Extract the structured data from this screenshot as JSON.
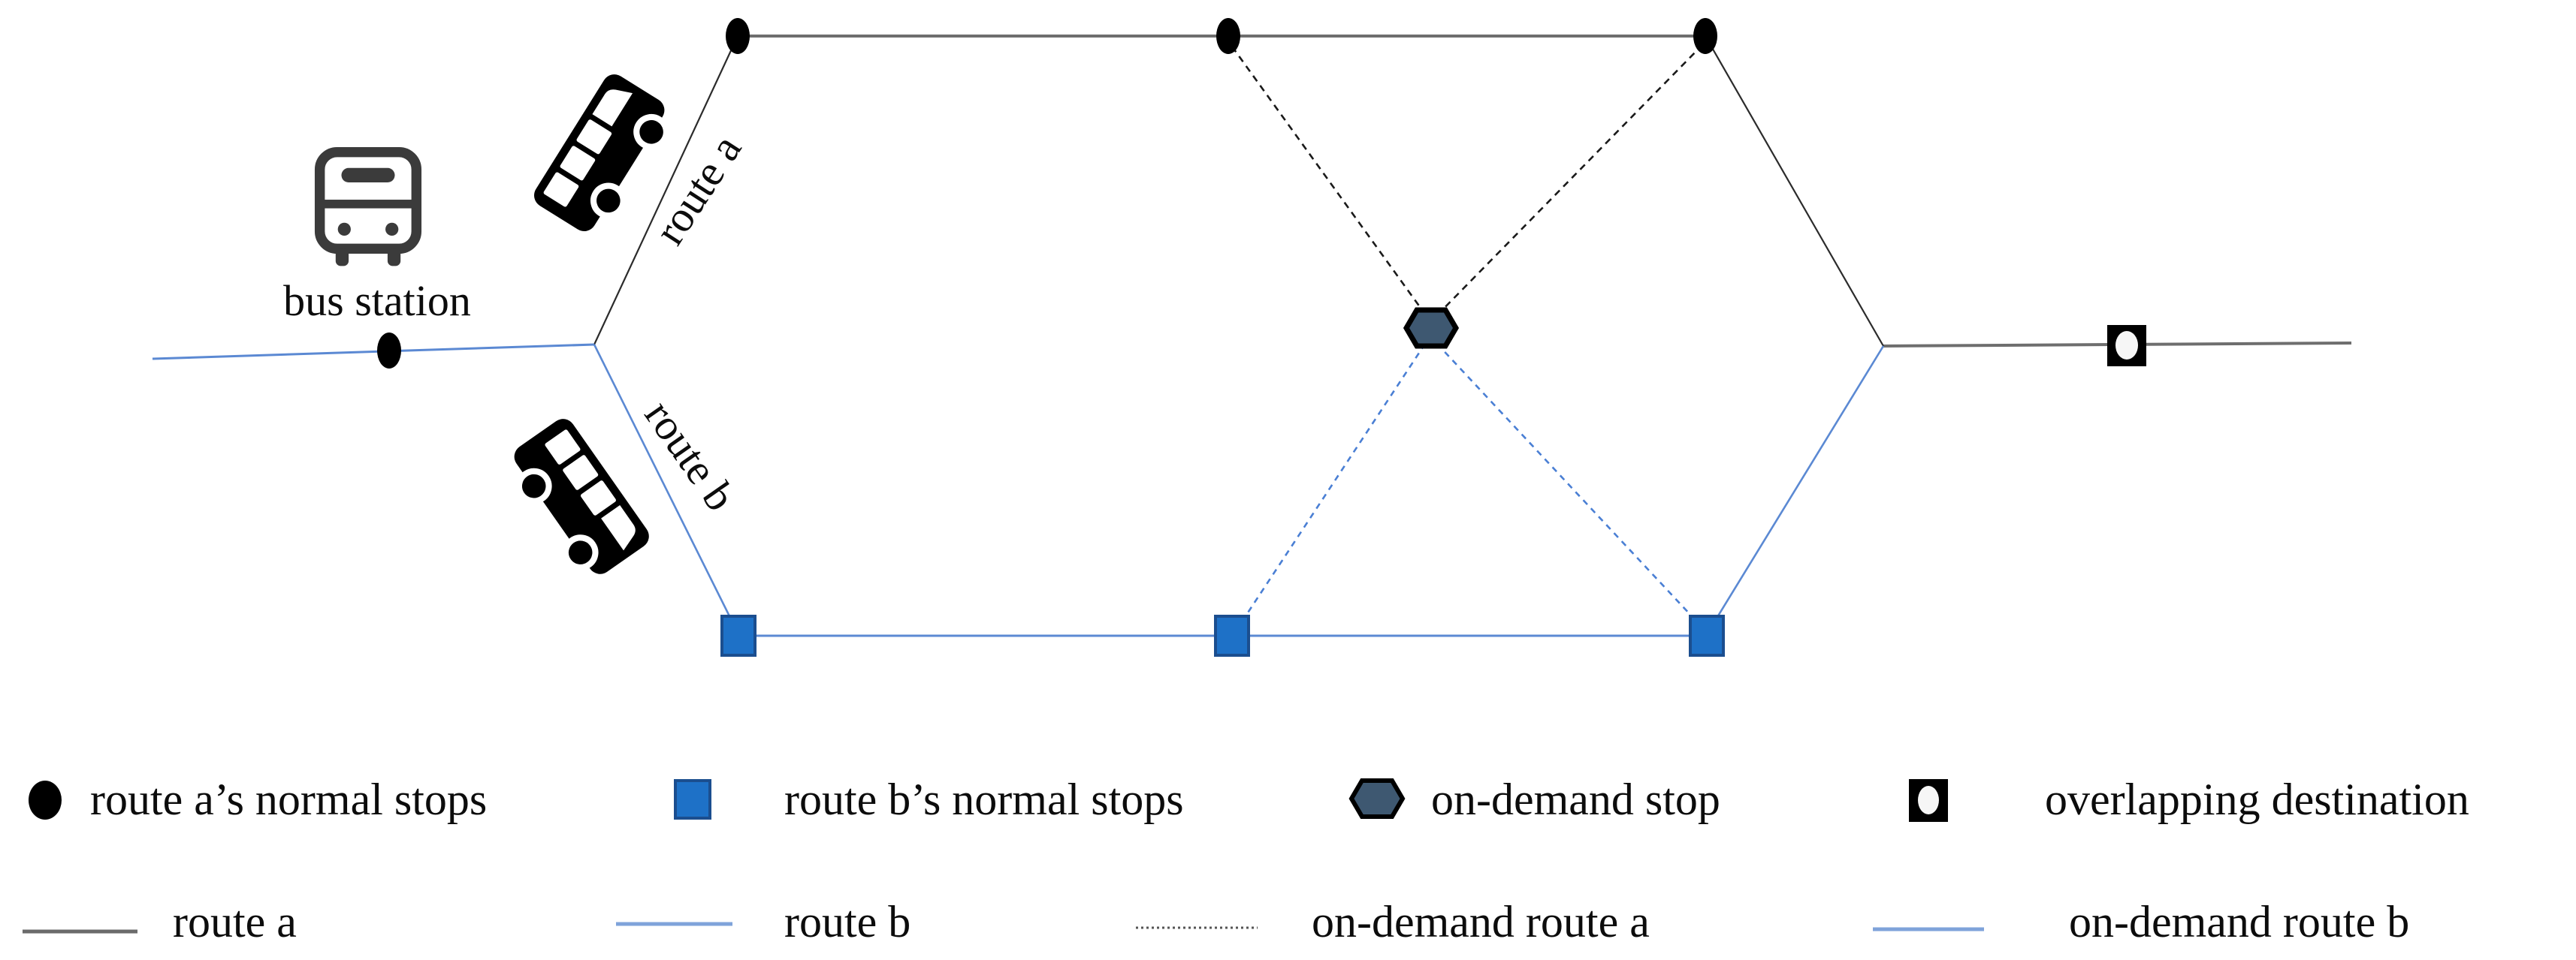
{
  "figure": {
    "type": "bus-network-diagram",
    "labels": {
      "bus_station": "bus station",
      "route_a": "route a",
      "route_b": "route b"
    },
    "icons": {
      "station": "bus-station-icon",
      "bus_a": "bus-route-a-icon",
      "bus_b": "bus-route-b-icon",
      "stop_a": "route-a-stop-marker",
      "stop_b": "route-b-stop-marker",
      "on_demand": "on-demand-stop-marker",
      "overlap": "overlapping-destination-marker"
    }
  },
  "legend": {
    "row1": [
      {
        "marker": "black-ellipse",
        "label": "route a’s normal stops"
      },
      {
        "marker": "blue-square",
        "label": "route b’s normal stops"
      },
      {
        "marker": "dark-hexagon",
        "label": "on-demand stop"
      },
      {
        "marker": "black-rect-white-dot",
        "label": "overlapping destination"
      }
    ],
    "row2": [
      {
        "marker": "gray-solid-line",
        "label": "route a"
      },
      {
        "marker": "blue-solid-line",
        "label": "route b"
      },
      {
        "marker": "black-dotted-line",
        "label": "on-demand route a"
      },
      {
        "marker": "blue-solid-line",
        "label": "on-demand route b"
      }
    ]
  },
  "colors": {
    "route_a_line": "#6e6e6e",
    "route_a_thin": "#2b2b2b",
    "route_b_line": "#5b89d3",
    "on_demand_a_line": "#1a1a1a",
    "on_demand_b_line": "#4a7fd4",
    "stop_a_fill": "#000000",
    "stop_b_fill": "#1e71c7",
    "stop_b_border": "#1b4e8f",
    "on_demand_stop_fill": "#3e5871",
    "overlap_bg": "#000000",
    "overlap_dot": "#f6f6f6",
    "legend_blue_swatch": "#7fa3da",
    "legend_gray_swatch": "#6b6b6b",
    "legend_dotted_swatch": "#555555",
    "icon_gray": "#3b3b3b",
    "text": "#0c0c0c"
  }
}
